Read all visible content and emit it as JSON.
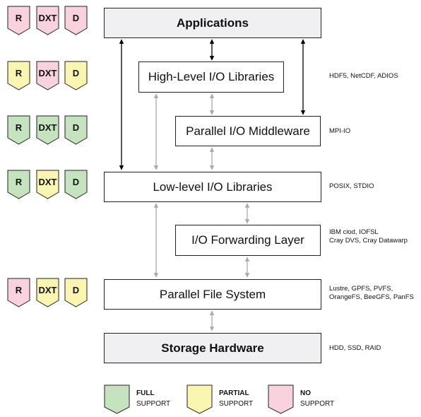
{
  "colors": {
    "full": "#c6e3bf",
    "partial": "#fbf5b2",
    "none": "#f8d3de",
    "stroke": "#222222",
    "arrow_dark": "#000000",
    "arrow_light": "#aaaaaa"
  },
  "layers": [
    {
      "name": "Applications",
      "examples": []
    },
    {
      "name": "High-Level I/O Libraries",
      "examples": [
        "HDF5, NetCDF, ADIOS"
      ]
    },
    {
      "name": "Parallel I/O Middleware",
      "examples": [
        "MPI-IO"
      ]
    },
    {
      "name": "Low-level I/O Libraries",
      "examples": [
        "POSIX, STDIO"
      ]
    },
    {
      "name": "I/O Forwarding Layer",
      "examples": [
        "IBM ciod, IOFSL",
        "Cray DVS, Cray Datawarp"
      ]
    },
    {
      "name": "Parallel File System",
      "examples": [
        "Lustre, GPFS, PVFS,",
        "OrangeFS, BeeGFS, PanFS"
      ]
    },
    {
      "name": "Storage Hardware",
      "examples": [
        "HDD, SSD, RAID"
      ]
    }
  ],
  "badge_rows": [
    {
      "layer": "Applications",
      "badges": [
        {
          "label": "R",
          "support": "none"
        },
        {
          "label": "DXT",
          "support": "none"
        },
        {
          "label": "D",
          "support": "none"
        }
      ]
    },
    {
      "layer": "High-Level I/O Libraries",
      "badges": [
        {
          "label": "R",
          "support": "partial"
        },
        {
          "label": "DXT",
          "support": "none"
        },
        {
          "label": "D",
          "support": "partial"
        }
      ]
    },
    {
      "layer": "Parallel I/O Middleware",
      "badges": [
        {
          "label": "R",
          "support": "full"
        },
        {
          "label": "DXT",
          "support": "full"
        },
        {
          "label": "D",
          "support": "full"
        }
      ]
    },
    {
      "layer": "Low-level I/O Libraries",
      "badges": [
        {
          "label": "R",
          "support": "full"
        },
        {
          "label": "DXT",
          "support": "partial"
        },
        {
          "label": "D",
          "support": "full"
        }
      ]
    },
    {
      "layer": "Parallel File System",
      "badges": [
        {
          "label": "R",
          "support": "none"
        },
        {
          "label": "DXT",
          "support": "partial"
        },
        {
          "label": "D",
          "support": "partial"
        }
      ]
    }
  ],
  "legend": [
    {
      "support": "full",
      "title": "FULL",
      "subtitle": "SUPPORT"
    },
    {
      "support": "partial",
      "title": "PARTIAL",
      "subtitle": "SUPPORT"
    },
    {
      "support": "none",
      "title": "NO",
      "subtitle": "SUPPORT"
    }
  ]
}
